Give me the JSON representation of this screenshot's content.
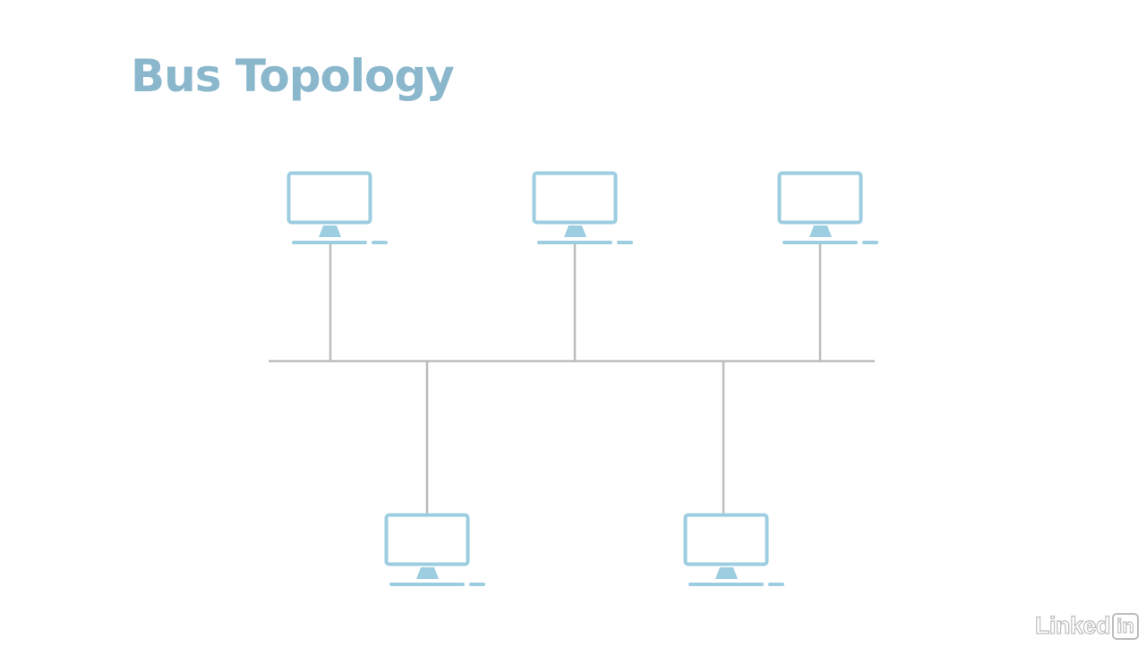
{
  "slide": {
    "title": "Bus Topology"
  },
  "colors": {
    "title": "#8ab7cc",
    "computer": "#9ccde0",
    "bus_line": "#bdbdbd"
  },
  "diagram": {
    "bus_label": "",
    "computers": [
      {
        "id": "top-left",
        "row": "top",
        "icon": "monitor-icon"
      },
      {
        "id": "top-middle",
        "row": "top",
        "icon": "monitor-icon"
      },
      {
        "id": "top-right",
        "row": "top",
        "icon": "monitor-icon"
      },
      {
        "id": "bottom-left",
        "row": "bottom",
        "icon": "monitor-icon"
      },
      {
        "id": "bottom-right",
        "row": "bottom",
        "icon": "monitor-icon"
      }
    ]
  },
  "watermark": {
    "brand_text": "Linked",
    "brand_box": "in"
  }
}
